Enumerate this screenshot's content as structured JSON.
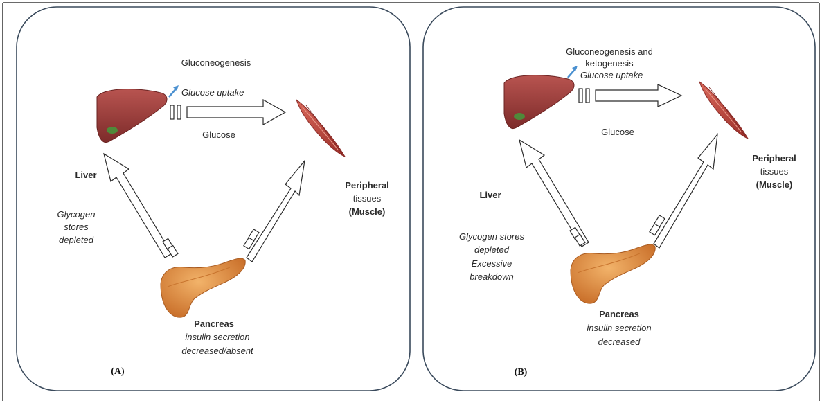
{
  "panels": [
    {
      "tag": "(A)",
      "process": [
        "Gluconeogenesis"
      ],
      "uptake": "Glucose uptake",
      "glucose": "Glucose",
      "liver": {
        "name": "Liver",
        "notes": [
          "Glycogen",
          "stores",
          "depleted"
        ]
      },
      "peripheral": [
        "Peripheral",
        "tissues",
        "(Muscle)"
      ],
      "pancreas": {
        "name": "Pancreas",
        "notes": [
          "insulin secretion",
          "decreased/absent"
        ]
      }
    },
    {
      "tag": "(B)",
      "process": [
        "Gluconeogenesis and",
        "ketogenesis"
      ],
      "uptake": "Glucose uptake",
      "glucose": "Glucose",
      "liver": {
        "name": "Liver",
        "notes": [
          "Glycogen stores",
          "depleted",
          "Excessive",
          "breakdown"
        ]
      },
      "peripheral": [
        "Peripheral",
        "tissues",
        "(Muscle)"
      ],
      "pancreas": {
        "name": "Pancreas",
        "notes": [
          "insulin secretion",
          "decreased"
        ]
      }
    }
  ],
  "colors": {
    "liver": "#9c3d3a",
    "muscle": "#c0453c",
    "pancreas": "#e08a3c",
    "uptake_arrow": "#4a90d0"
  },
  "icons": [
    "liver-icon",
    "muscle-icon",
    "pancreas-icon",
    "up-arrow-icon"
  ]
}
